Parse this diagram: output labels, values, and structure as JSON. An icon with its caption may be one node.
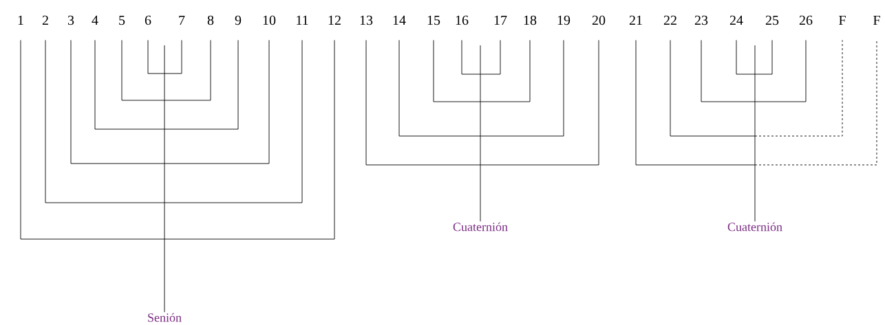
{
  "diagram": {
    "nodes": [
      {
        "text": [
          "1"
        ]
      },
      {
        "text": [
          "2"
        ]
      },
      {
        "text": [
          "3"
        ]
      },
      {
        "text": [
          "4"
        ]
      },
      {
        "text": [
          "5"
        ]
      },
      {
        "text": [
          "6"
        ]
      },
      {
        "text": [
          "7"
        ]
      },
      {
        "text": [
          "8"
        ]
      },
      {
        "text": [
          "9"
        ]
      },
      {
        "text": [
          "10"
        ]
      },
      {
        "text": [
          "11"
        ]
      },
      {
        "text": [
          "12"
        ]
      },
      {
        "text": [
          "13"
        ]
      },
      {
        "text": [
          "14"
        ]
      },
      {
        "text": [
          "15"
        ]
      },
      {
        "text": [
          "16"
        ]
      },
      {
        "text": [
          "17"
        ]
      },
      {
        "text": [
          "18"
        ]
      },
      {
        "text": [
          "19"
        ]
      },
      {
        "text": [
          "20"
        ]
      },
      {
        "text": [
          "21"
        ]
      },
      {
        "text": [
          "22"
        ]
      },
      {
        "text": [
          "23"
        ]
      },
      {
        "text": [
          "24"
        ]
      },
      {
        "text": [
          "25"
        ]
      },
      {
        "text": [
          "26"
        ]
      },
      {
        "text": [
          "F"
        ]
      },
      {
        "text": [
          "F"
        ]
      },
      {
        "text": [
          "Senión"
        ]
      },
      {
        "text": [
          "Cuaternión"
        ]
      },
      {
        "text": [
          "Cuaternión"
        ]
      }
    ],
    "edges": [
      {
        "from": 5,
        "to": 6,
        "arrow": "none"
      },
      {
        "from": 4,
        "to": 7,
        "arrow": "none"
      },
      {
        "from": 3,
        "to": 8,
        "arrow": "none"
      },
      {
        "from": 2,
        "to": 9,
        "arrow": "none"
      },
      {
        "from": 1,
        "to": 10,
        "arrow": "none"
      },
      {
        "from": 0,
        "to": 11,
        "arrow": "none"
      },
      {
        "from": 15,
        "to": 16,
        "arrow": "none"
      },
      {
        "from": 14,
        "to": 17,
        "arrow": "none"
      },
      {
        "from": 13,
        "to": 18,
        "arrow": "none"
      },
      {
        "from": 12,
        "to": 19,
        "arrow": "none"
      },
      {
        "from": 23,
        "to": 24,
        "arrow": "none"
      },
      {
        "from": 22,
        "to": 25,
        "arrow": "none"
      },
      {
        "from": 21,
        "to": 26,
        "arrow": "none",
        "style": "dashed"
      },
      {
        "from": 20,
        "to": 27,
        "arrow": "none",
        "style": "dashed"
      },
      {
        "from": null,
        "to": 28,
        "arrow": "none"
      },
      {
        "from": null,
        "to": 29,
        "arrow": "none"
      },
      {
        "from": null,
        "to": 30,
        "arrow": "none"
      }
    ]
  }
}
